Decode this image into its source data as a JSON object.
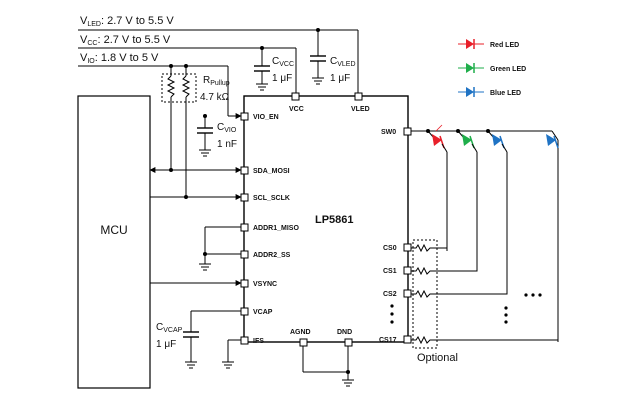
{
  "supplies": {
    "vled": {
      "symbol": "V",
      "sub": "LED",
      "range": ": 2.7 V to 5.5 V"
    },
    "vcc": {
      "symbol": "V",
      "sub": "CC",
      "range": ": 2.7 V to 5.5 V"
    },
    "vio": {
      "symbol": "V",
      "sub": "IO",
      "range": ": 1.8 V to 5 V"
    }
  },
  "components": {
    "cvcc": {
      "symbol": "C",
      "sub": "VCC",
      "value": "1 μF"
    },
    "cvled": {
      "symbol": "C",
      "sub": "VLED",
      "value": "1 μF"
    },
    "cvio": {
      "symbol": "C",
      "sub": "VIO",
      "value": "1 nF"
    },
    "rpullup": {
      "symbol": "R",
      "sub": "Pullup",
      "value": "4.7 kΩ"
    },
    "cvcap": {
      "symbol": "C",
      "sub": "VCAP",
      "value": "1 μF"
    }
  },
  "mcu": {
    "label": "MCU"
  },
  "chip": {
    "name": "LP5861",
    "top_pins": [
      "VCC",
      "VLED"
    ],
    "left_pins": [
      "VIO_EN",
      "SDA_MOSI",
      "SCL_SCLK",
      "ADDR1_MISO",
      "ADDR2_SS",
      "VSYNC",
      "VCAP",
      "IFS"
    ],
    "right_pins": [
      "SW0",
      "CS0",
      "CS1",
      "CS2",
      "CS17"
    ],
    "bottom_pins": [
      "AGND",
      "DND"
    ]
  },
  "legend": [
    {
      "label": "Red LED",
      "color": "#e8202a"
    },
    {
      "label": "Green LED",
      "color": "#1fae4b"
    },
    {
      "label": "Blue LED",
      "color": "#1f73c4"
    }
  ],
  "optional_label": "Optional",
  "led_colors": {
    "red": "#e8202a",
    "green": "#1fae4b",
    "blue": "#1f73c4"
  }
}
